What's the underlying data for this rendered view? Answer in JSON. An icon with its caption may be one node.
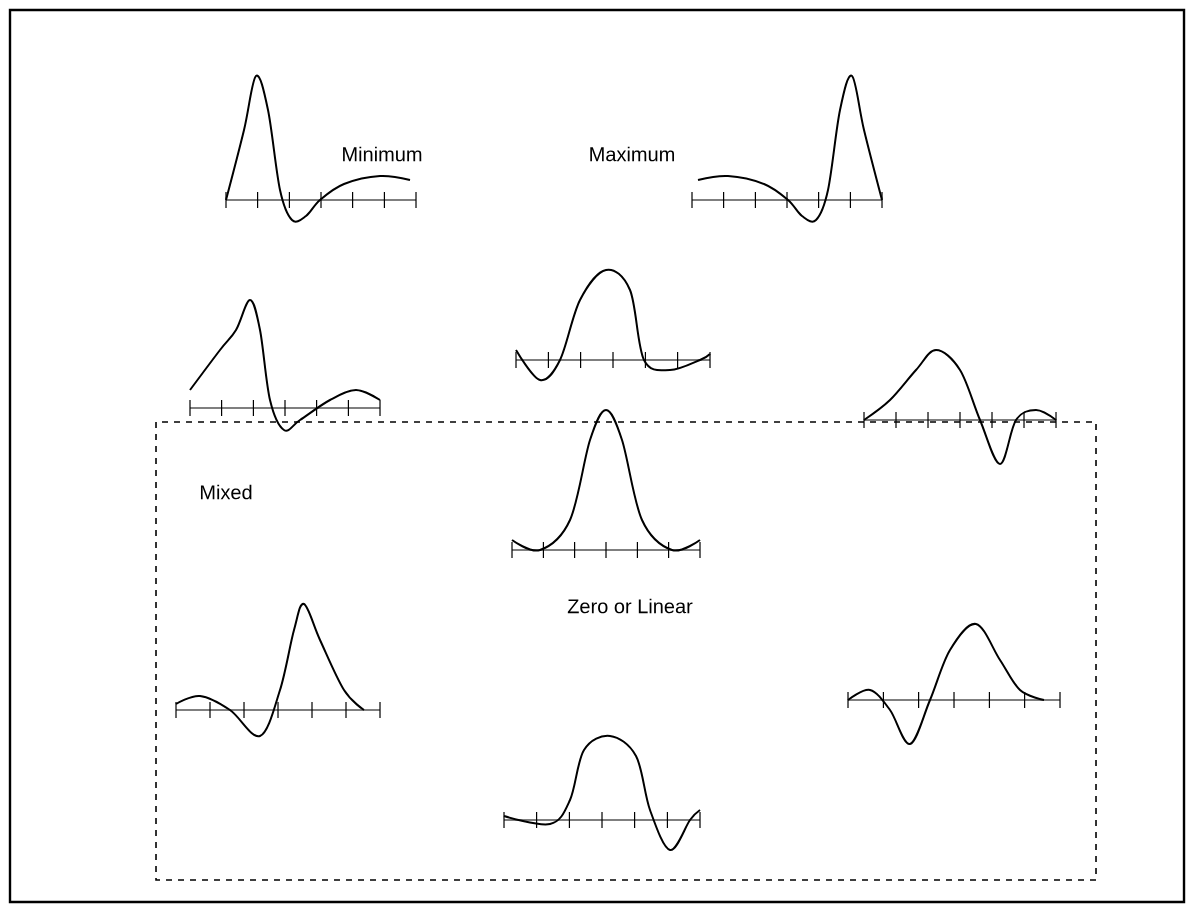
{
  "diagram": {
    "labels": [
      "Minimum",
      "Maximum",
      "Mixed",
      "Zero or Linear"
    ]
  }
}
